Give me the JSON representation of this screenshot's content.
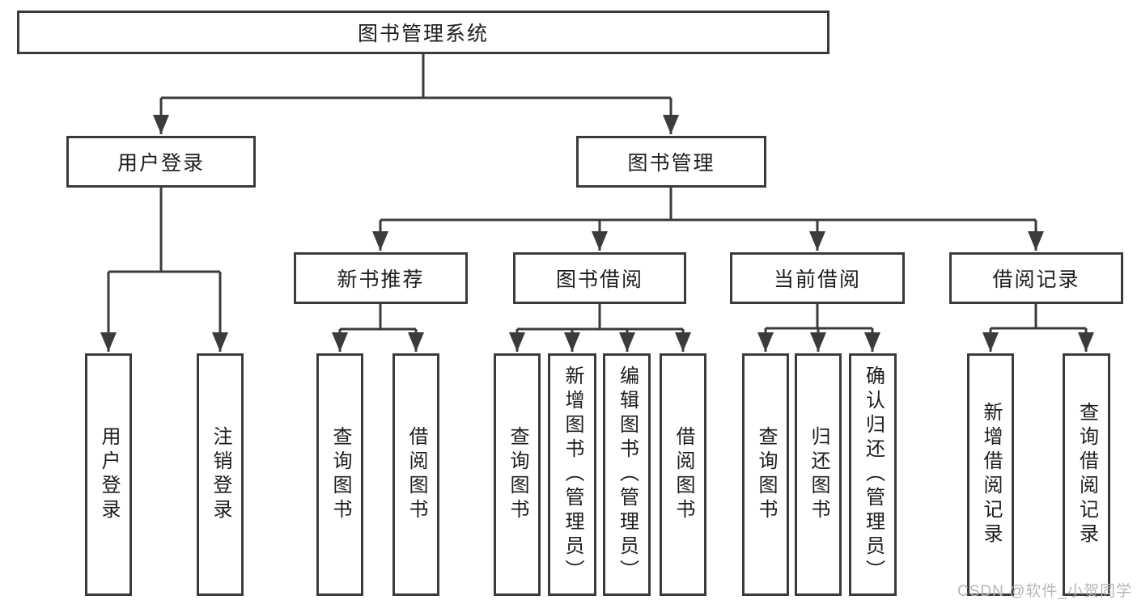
{
  "colors": {
    "line": "#3b3b3b",
    "box-border": "#3b3b3b",
    "text": "#1c1c1c",
    "background": "#ffffff",
    "watermark": "#b6b6b6"
  },
  "watermark": "CSDN @软件_小贺同学",
  "tree": {
    "root": {
      "label": "图书管理系统"
    },
    "branches": [
      {
        "label": "用户登录",
        "children": [
          {
            "label": "用户登录"
          },
          {
            "label": "注销登录"
          }
        ]
      },
      {
        "label": "图书管理",
        "children": [
          {
            "label": "新书推荐",
            "children": [
              {
                "label": "查询图书"
              },
              {
                "label": "借阅图书"
              }
            ]
          },
          {
            "label": "图书借阅",
            "children": [
              {
                "label": "查询图书"
              },
              {
                "label": "新增图书（管理员）"
              },
              {
                "label": "编辑图书（管理员）"
              },
              {
                "label": "借阅图书"
              }
            ]
          },
          {
            "label": "当前借阅",
            "children": [
              {
                "label": "查询图书"
              },
              {
                "label": "归还图书"
              },
              {
                "label": "确认归还（管理员）"
              }
            ]
          },
          {
            "label": "借阅记录",
            "children": [
              {
                "label": "新增借阅记录"
              },
              {
                "label": "查询借阅记录"
              }
            ]
          }
        ]
      }
    ]
  }
}
